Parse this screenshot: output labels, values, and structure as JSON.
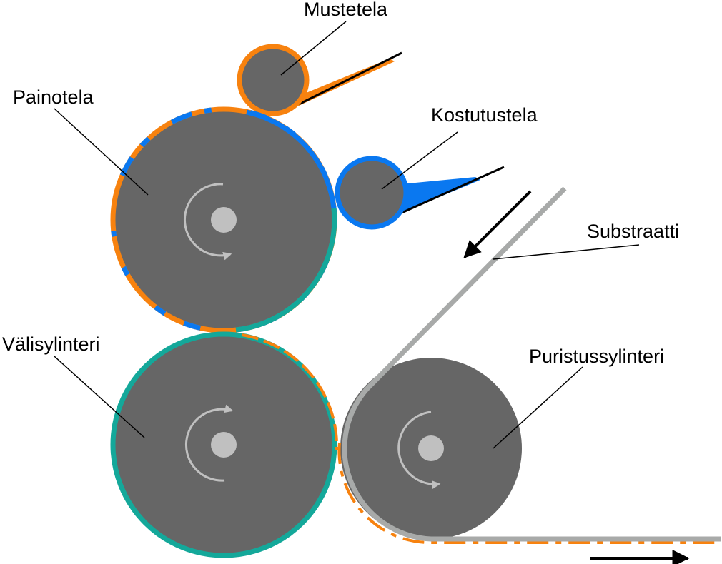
{
  "labels": {
    "ink_roller": "Mustetela",
    "plate_cylinder": "Painotela",
    "dampening_roller": "Kostutustela",
    "substrate": "Substraatti",
    "blanket_cylinder": "Välisylinteri",
    "impression_cylinder": "Puristussylinteri"
  },
  "colors": {
    "cylinder": "#666666",
    "hub": "#c0c0c0",
    "ink": "#f7820f",
    "water": "#0a78f0",
    "blanket": "#14a89a",
    "substrate": "#a8aaa9",
    "leader": "#000000",
    "background": "#ffffff"
  }
}
